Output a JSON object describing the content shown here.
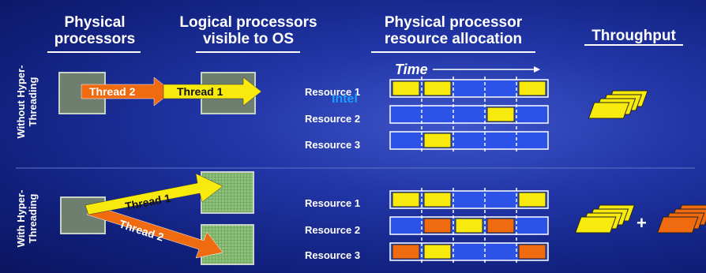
{
  "headers": {
    "physical": [
      "Physical",
      "processors"
    ],
    "logical": [
      "Logical processors",
      "visible to OS"
    ],
    "allocation": [
      "Physical processor",
      "resource allocation"
    ],
    "throughput": "Throughput"
  },
  "row_labels": {
    "without": [
      "Without Hyper-",
      "Threading"
    ],
    "with": [
      "With Hyper-",
      "Threading"
    ]
  },
  "time_label": "Time",
  "threads": {
    "t1": "Thread 1",
    "t2": "Thread 2"
  },
  "resources": [
    "Resource 1",
    "Resource 2",
    "Resource 3"
  ],
  "overlay_logo": "Intel",
  "plus_sign": "+",
  "colors": {
    "yellow": "#f7ea0c",
    "orange": "#f06a10",
    "lane_blue": "#2d52e8",
    "core_gray": "#6f7f6f",
    "core_green": "#8fbf7c"
  },
  "allocation_without": [
    [
      "Y",
      "Y",
      "",
      "",
      "Y"
    ],
    [
      "",
      "",
      "",
      "Y",
      ""
    ],
    [
      "",
      "Y",
      "",
      "",
      ""
    ]
  ],
  "allocation_with": [
    [
      "Y",
      "Y",
      "",
      "",
      "Y"
    ],
    [
      "",
      "O",
      "Y",
      "O",
      ""
    ],
    [
      "O",
      "Y",
      "",
      "",
      "O"
    ]
  ]
}
